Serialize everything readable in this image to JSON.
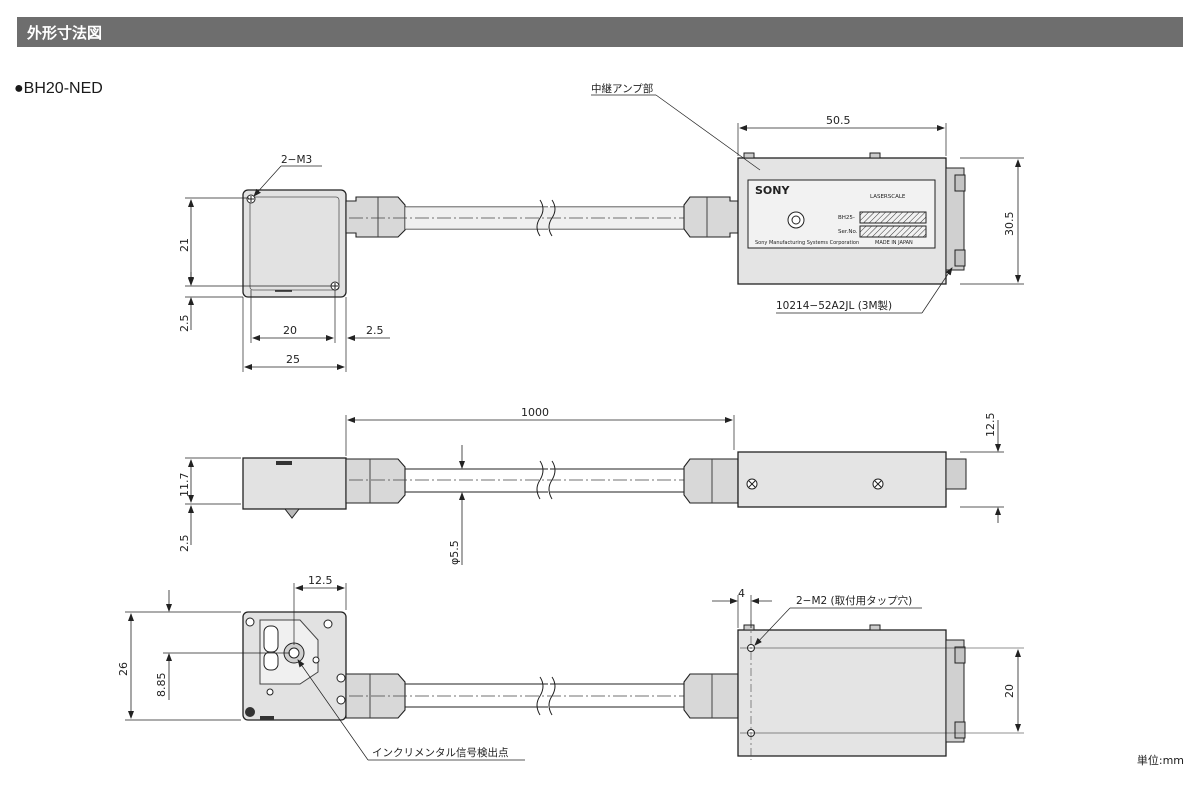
{
  "header": {
    "title": "外形寸法図"
  },
  "model": {
    "name": "●BH20-NED"
  },
  "unit": "単位:mm",
  "callouts": {
    "relay_amp": "中継アンプ部",
    "mount_holes_top": "2−M3",
    "connector": "10214−52A2JL (3M製)",
    "mount_holes_bottom": "2−M2 (取付用タップ穴)",
    "detection_point": "インクリメンタル信号検出点"
  },
  "label_plate": {
    "brand": "SONY",
    "product": "LASERSCALE",
    "model_field": "BH25-",
    "serial_field": "Ser.No.",
    "maker": "Sony Manufacturing Systems Corporation",
    "origin": "MADE IN JAPAN"
  },
  "dimensions": {
    "amp_width": "50.5",
    "amp_height": "30.5",
    "head_height": "21",
    "head_offset": "2.5",
    "head_inner_width": "20",
    "head_edge": "2.5",
    "head_width": "25",
    "cable_length": "1000",
    "amp_thickness": "12.5",
    "head_thickness": "11.7",
    "head_bottom_gap": "2.5",
    "cable_diameter": "φ5.5",
    "bottom_offset_top": "12.5",
    "head_depth": "26",
    "detection_offset": "8.85",
    "hole_offset": "4",
    "hole_pitch": "20"
  }
}
